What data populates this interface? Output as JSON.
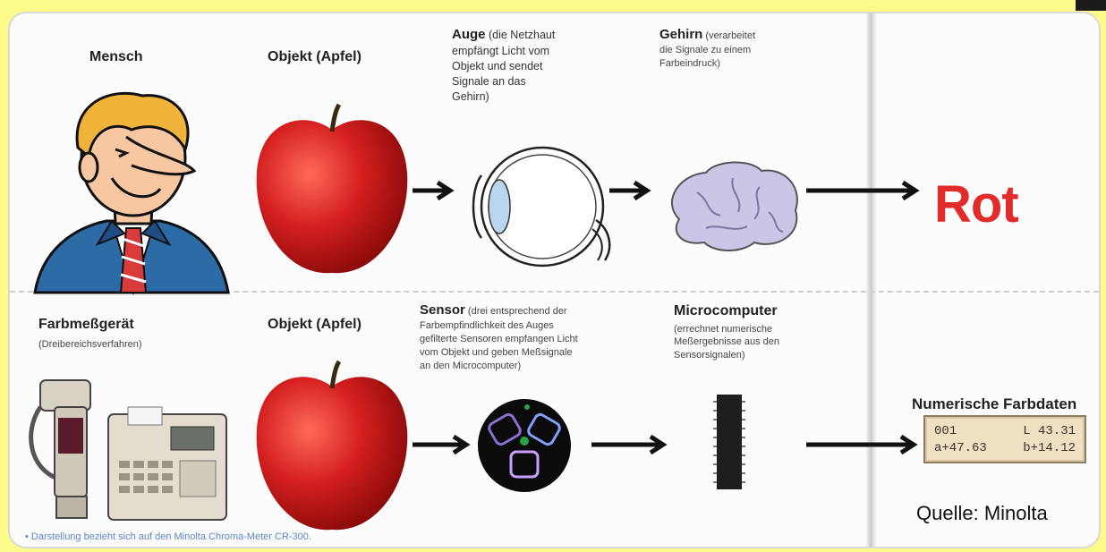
{
  "top_row": {
    "human_title": "Mensch",
    "object_title": "Objekt (Apfel)",
    "eye_title": "Auge",
    "eye_desc_1": "(die Netzhaut",
    "eye_desc_2": "empfängt Licht vom",
    "eye_desc_3": "Objekt und sendet",
    "eye_desc_4": "Signale an das",
    "eye_desc_5": "Gehirn)",
    "brain_title": "Gehirn",
    "brain_desc_1": "(verarbeitet",
    "brain_desc_2": "die Signale zu einem",
    "brain_desc_3": "Farbeindruck)",
    "result": "Rot"
  },
  "bottom_row": {
    "device_title": "Farbmeßgerät",
    "device_subtitle": "(Dreibereichsverfahren)",
    "object_title": "Objekt (Apfel)",
    "sensor_title": "Sensor",
    "sensor_desc_1": "(drei entsprechend der",
    "sensor_desc_2": "Farbempfindlichkeit des Auges",
    "sensor_desc_3": "gefilterte Sensoren empfangen Licht",
    "sensor_desc_4": "vom Objekt und geben Meßsignale",
    "sensor_desc_5": "an den Microcomputer)",
    "computer_title": "Microcomputer",
    "computer_desc_1": "(errechnet numerische",
    "computer_desc_2": "Meßergebnisse aus den",
    "computer_desc_3": "Sensorsignalen)",
    "result_title": "Numerische Farbdaten",
    "lcd_l1_left": "001",
    "lcd_l1_right": "L 43.31",
    "lcd_l2_left": "a+47.63",
    "lcd_l2_right": "b+14.12"
  },
  "footnote": "• Darstellung bezieht sich auf den Minolta Chroma-Meter CR-300.",
  "source": "Quelle: Minolta",
  "colors": {
    "background": "#fbfb8a",
    "apple": "#d41f1f",
    "result_red": "#e22b2b",
    "brain": "#c9c6e6",
    "suit": "#2c6ba6"
  }
}
